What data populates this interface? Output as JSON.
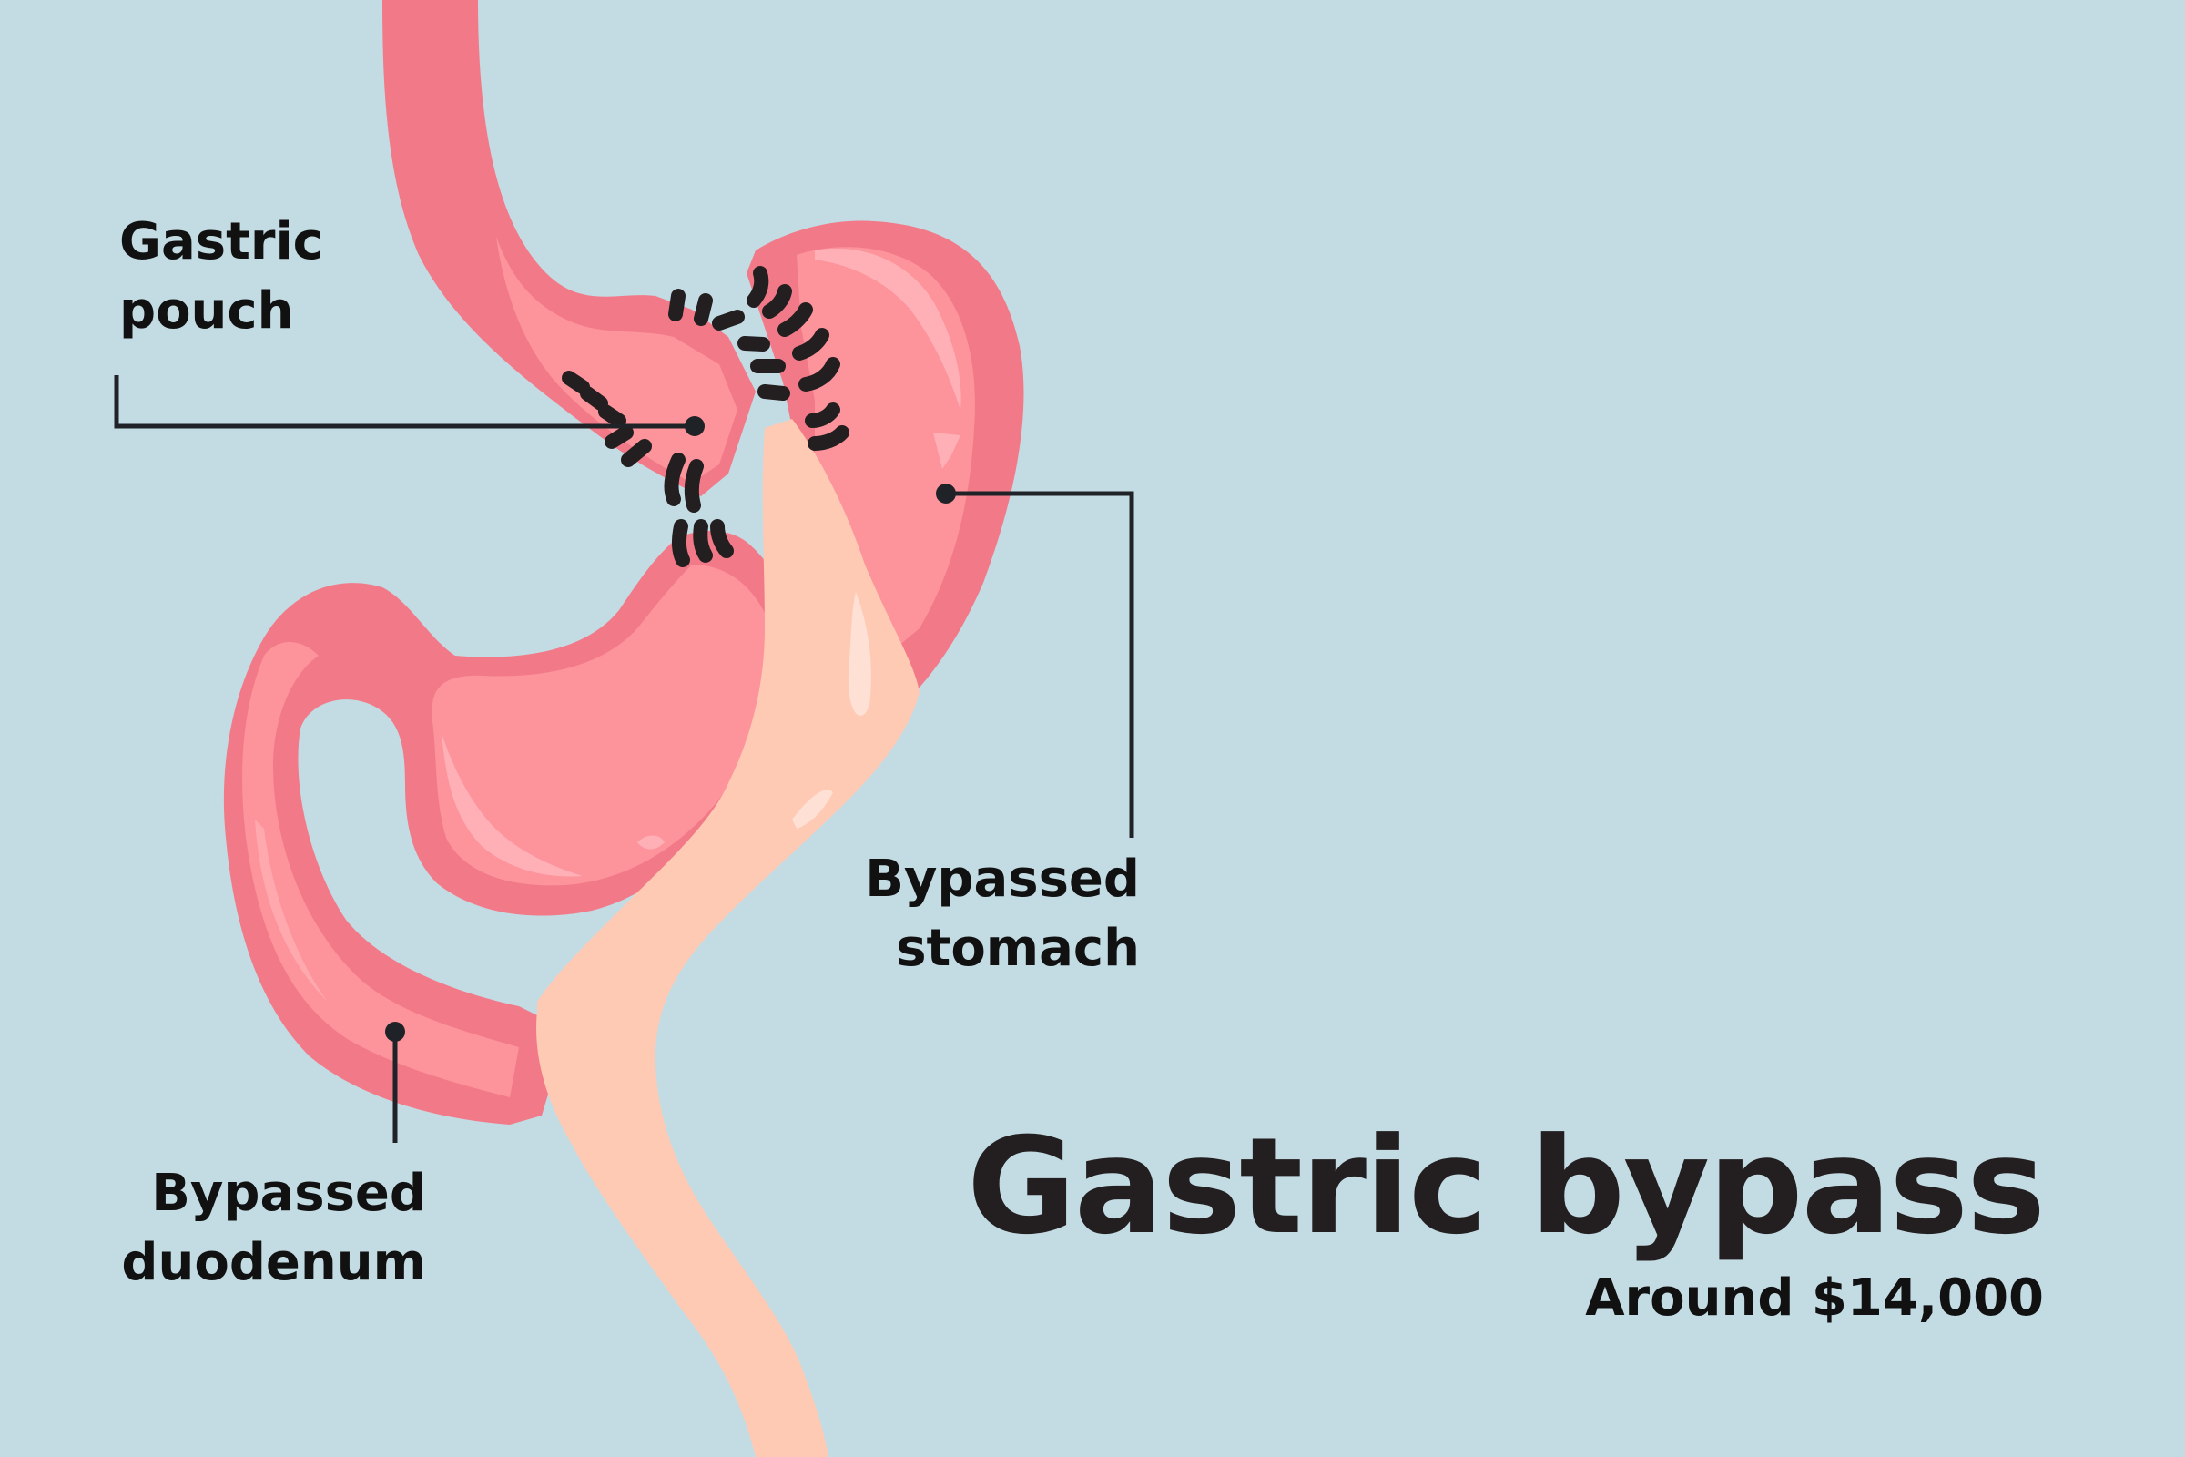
{
  "title": "Gastric bypass",
  "subtitle": "Around $14,000",
  "labels": {
    "gastric_pouch": [
      "Gastric",
      "pouch"
    ],
    "bypassed_stomach": [
      "Bypassed",
      "stomach"
    ],
    "bypassed_duodenum": [
      "Bypassed",
      "duodenum"
    ]
  },
  "colors": {
    "background": "#c3dbe3",
    "organ_outer": "#f27a88",
    "organ_inner": "#fd939b",
    "organ_highlight": "#ffb0b6",
    "intestine": "#fecab4",
    "intestine_highlight": "#ffe0d4",
    "staples": "#231f20",
    "callout": "#1f2327",
    "text": "#111111"
  }
}
